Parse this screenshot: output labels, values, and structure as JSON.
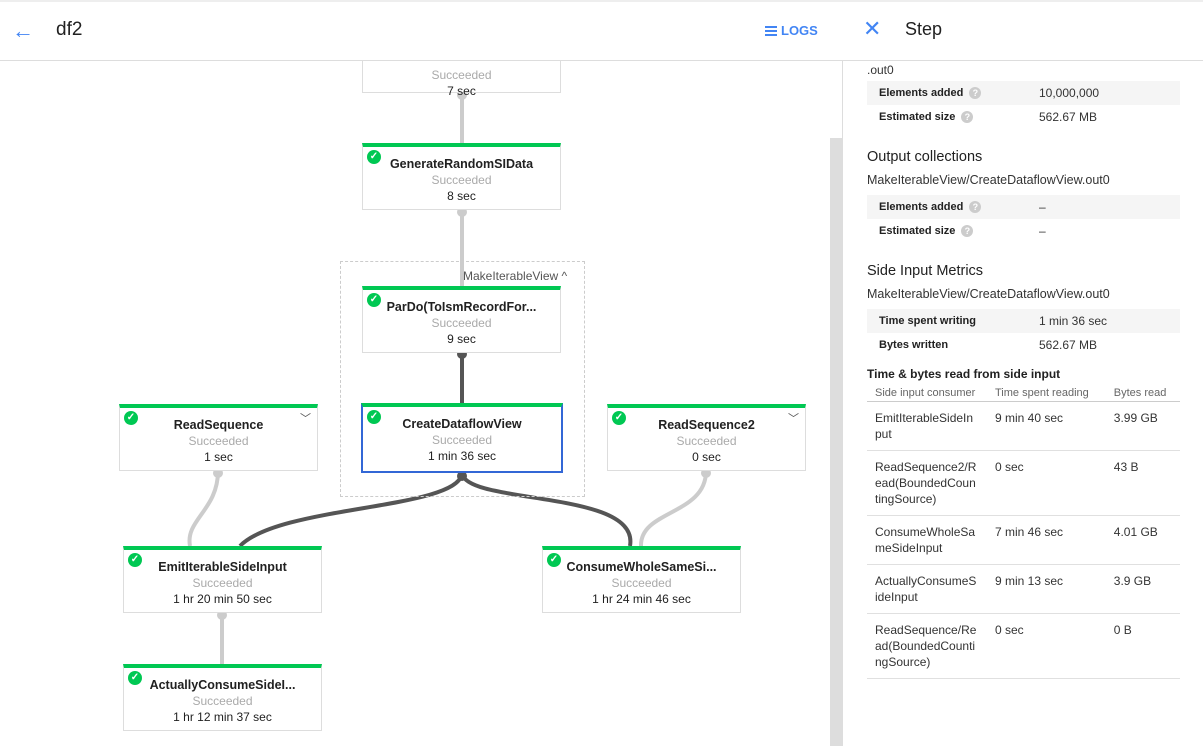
{
  "header": {
    "title": "df2",
    "logs_label": "LOGS"
  },
  "graph": {
    "group_label": "MakeIterableView",
    "nodes": [
      {
        "name": "",
        "status": "Succeeded",
        "duration": "7 sec"
      },
      {
        "name": "GenerateRandomSIData",
        "status": "Succeeded",
        "duration": "8 sec"
      },
      {
        "name": "ParDo(ToIsmRecordFor...",
        "status": "Succeeded",
        "duration": "9 sec"
      },
      {
        "name": "CreateDataflowView",
        "status": "Succeeded",
        "duration": "1 min 36 sec"
      },
      {
        "name": "ReadSequence",
        "status": "Succeeded",
        "duration": "1 sec"
      },
      {
        "name": "ReadSequence2",
        "status": "Succeeded",
        "duration": "0 sec"
      },
      {
        "name": "EmitIterableSideInput",
        "status": "Succeeded",
        "duration": "1 hr 20 min 50 sec"
      },
      {
        "name": "ConsumeWholeSameSi...",
        "status": "Succeeded",
        "duration": "1 hr 24 min 46 sec"
      },
      {
        "name": "ActuallyConsumeSideI...",
        "status": "Succeeded",
        "duration": "1 hr 12 min 37 sec"
      }
    ]
  },
  "panel": {
    "title": "Step",
    "input_tail": ".out0",
    "input_metrics": [
      {
        "k": "Elements added",
        "v": "10,000,000"
      },
      {
        "k": "Estimated size",
        "v": "562.67 MB"
      }
    ],
    "output_title": "Output collections",
    "output_path": "MakeIterableView/CreateDataflowView.out0",
    "output_metrics": [
      {
        "k": "Elements added",
        "v": "–"
      },
      {
        "k": "Estimated size",
        "v": "–"
      }
    ],
    "side_title": "Side Input Metrics",
    "side_path": "MakeIterableView/CreateDataflowView.out0",
    "side_metrics": [
      {
        "k": "Time spent writing",
        "v": "1 min 36 sec"
      },
      {
        "k": "Bytes written",
        "v": "562.67 MB"
      }
    ],
    "read_title": "Time & bytes read from side input",
    "columns": [
      "Side input consumer",
      "Time spent reading",
      "Bytes read"
    ],
    "rows": [
      [
        "EmitIterableSideInput",
        "9 min 40 sec",
        "3.99 GB"
      ],
      [
        "ReadSequence2/Read(BoundedCountingSource)",
        "0 sec",
        "43 B"
      ],
      [
        "ConsumeWholeSameSideInput",
        "7 min 46 sec",
        "4.01 GB"
      ],
      [
        "ActuallyConsumeSideInput",
        "9 min 13 sec",
        "3.9 GB"
      ],
      [
        "ReadSequence/Read(BoundedCountingSource)",
        "0 sec",
        "0 B"
      ]
    ]
  },
  "colors": {
    "accent": "#4285f4",
    "success": "#00c853",
    "selected": "#3367d6"
  }
}
